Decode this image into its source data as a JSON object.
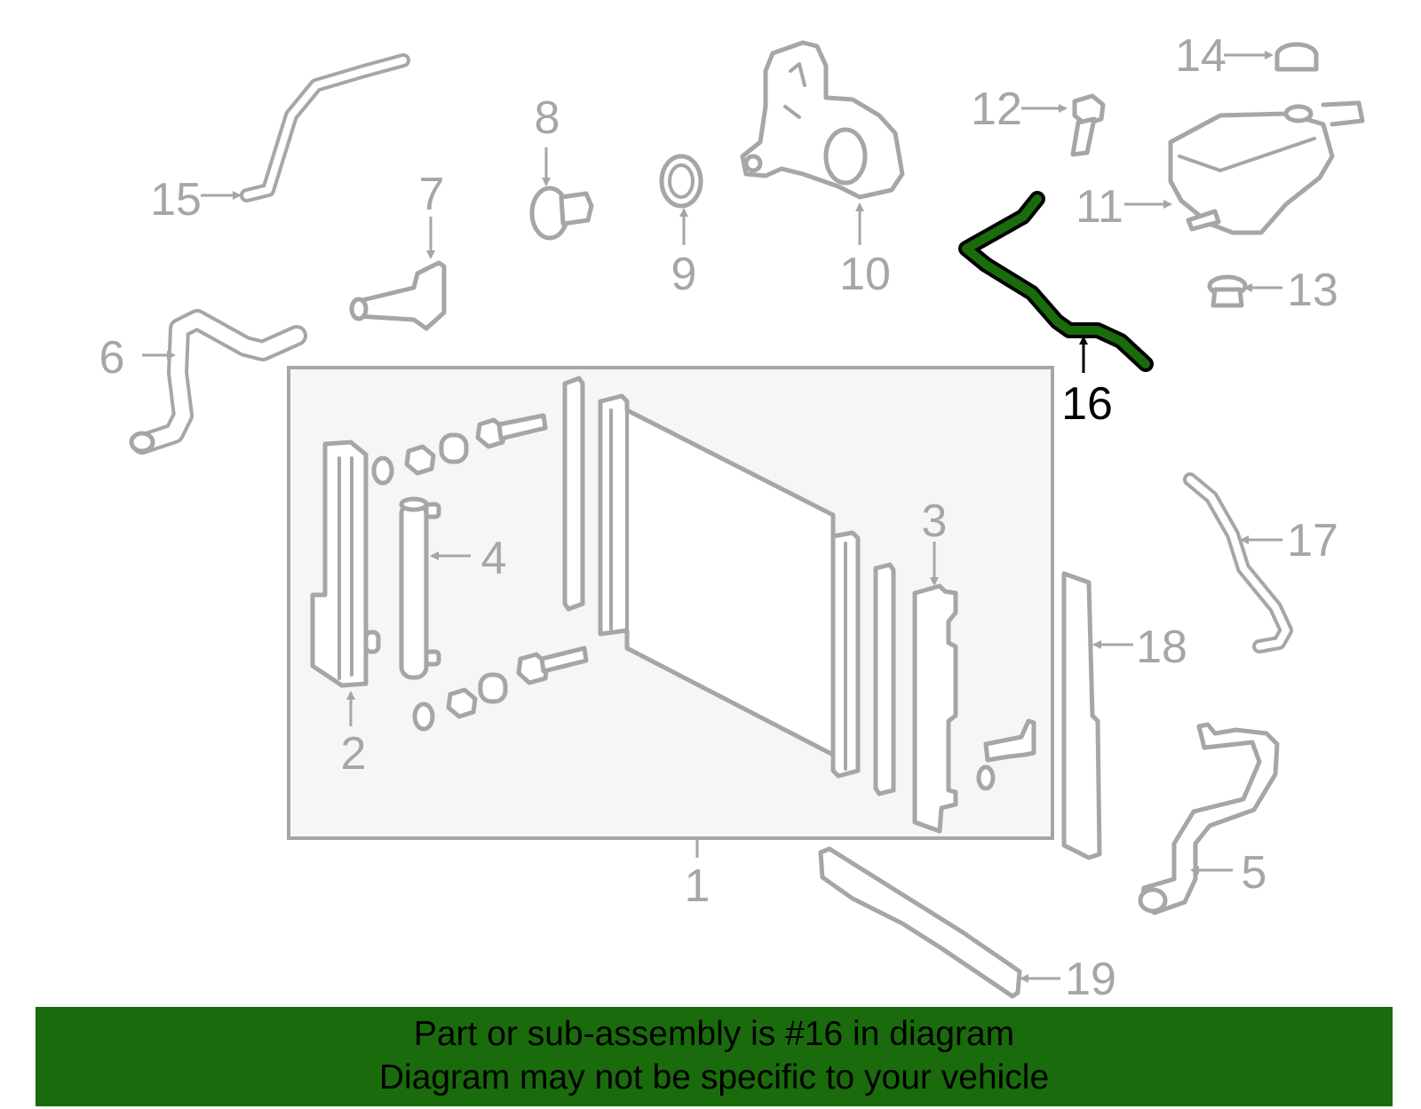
{
  "diagram": {
    "highlight_part": "16",
    "highlight_color": "#1a6b0c",
    "part_color": "#a6a6a6",
    "callouts": [
      "1",
      "2",
      "3",
      "4",
      "5",
      "6",
      "7",
      "8",
      "9",
      "10",
      "11",
      "12",
      "13",
      "14",
      "15",
      "16",
      "17",
      "18",
      "19"
    ]
  },
  "banner": {
    "line1": "Part or sub-assembly is #16 in diagram",
    "line2": "Diagram may not be specific to your vehicle",
    "background": "#1a6b0c"
  }
}
